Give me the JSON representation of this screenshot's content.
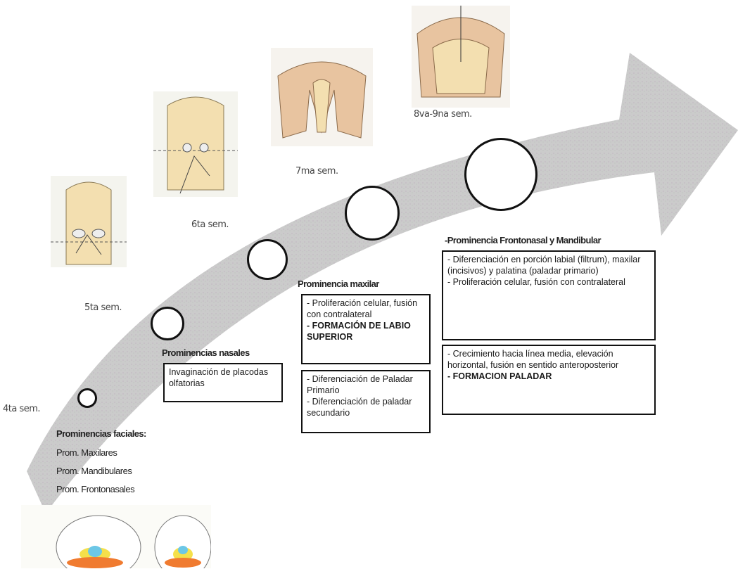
{
  "weeks": {
    "w4": "4ta sem.",
    "w5": "5ta sem.",
    "w6": "6ta sem.",
    "w7": "7ma sem.",
    "w8": "8va-9na sem."
  },
  "facial": {
    "title": "Prominencias faciales:",
    "items": [
      "Prom. Maxilares",
      "Prom. Mandibulares",
      "Prom. Frontonasales"
    ]
  },
  "nasal": {
    "title": "Prominencias nasales",
    "box": "Invaginación de placodas olfatorias"
  },
  "maxilar": {
    "title": "Prominencia maxilar",
    "box1_line1": "- Proliferación celular, fusión con contralateral",
    "box1_bold": "- FORMACIÓN DE LABIO SUPERIOR",
    "box2_line1": "- Diferenciación de Paladar Primario",
    "box2_line2": "- Diferenciación de paladar secundario"
  },
  "fronto": {
    "title": "-Prominencia Frontonasal y Mandibular",
    "box1_line1": "- Diferenciación en porción labial (filtrum), maxilar (incisivos) y palatina (paladar primario)",
    "box1_line2": "- Proliferación celular, fusión con contralateral",
    "box2_line1": "- Crecimiento hacia línea media, elevación horizontal, fusión en sentido anteroposterior",
    "box2_bold": "- FORMACION PALADAR"
  },
  "colors": {
    "arrow": "#c9c9c9",
    "outline": "#111111",
    "skin": "#f3dfb0",
    "palate": "#e8c4a0"
  }
}
